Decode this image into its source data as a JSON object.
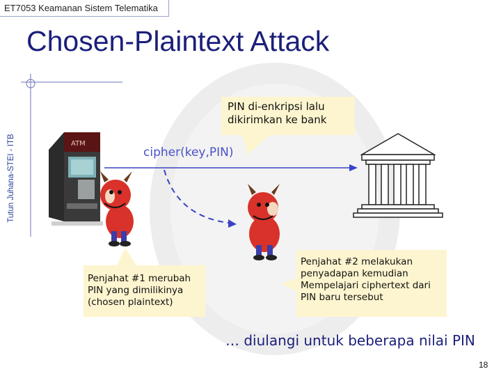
{
  "header": {
    "course": "ET7053 Keamanan Sistem Telematika"
  },
  "slide": {
    "title": "Chosen-Plaintext Attack",
    "side_label": "Tutun Juhana-STEI - ITB",
    "atm_label": "ATM",
    "callout_pin": [
      "PIN di-enkripsi lalu",
      "dikirimkan ke bank"
    ],
    "cipher_label": "cipher(key,PIN)",
    "callout_attacker1": [
      "Penjahat #1 merubah",
      "PIN yang dimilikinya",
      "(chosen plaintext)"
    ],
    "callout_attacker2": [
      "Penjahat #2 melakukan",
      "penyadapan kemudian",
      "Mempelajari ciphertext dari",
      "PIN baru tersebut"
    ],
    "footer_note": "… diulangi untuk beberapa nilai PIN",
    "page_number": "18"
  },
  "colors": {
    "title": "#1b1f7a",
    "callout_bg": "#fdf5cf",
    "arrow": "#3b42c8",
    "devil_red": "#d8322a"
  }
}
